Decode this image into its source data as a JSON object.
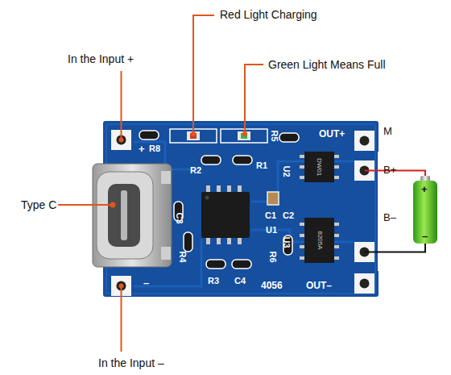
{
  "diagram": {
    "labels": [
      "Red Light Charging",
      "Green Light Means Full",
      "In the Input +",
      "Type C",
      "In the Input –",
      "+",
      "R8",
      "R2",
      "R1",
      "R5",
      "OUT+",
      "M",
      "B+",
      "B–",
      "OUT–",
      "4056",
      "C3",
      "R4",
      "R3",
      "C4",
      "C1",
      "C2",
      "U1",
      "U2",
      "U3",
      "R6",
      "–",
      "+",
      "–",
      "DW01",
      "8205A"
    ]
  }
}
